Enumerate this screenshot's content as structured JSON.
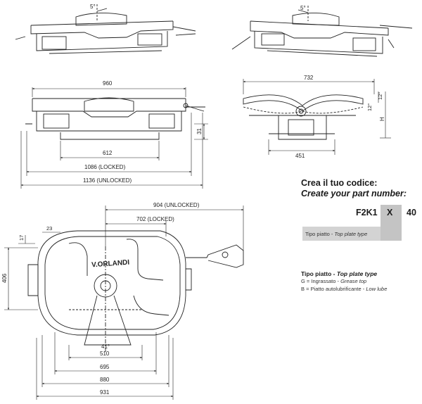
{
  "part_code": {
    "title_it": "Crea il tuo codice:",
    "title_en": "Create your part number:",
    "prefix": "F2K1",
    "variable": "X",
    "suffix": "40",
    "bar_label_it": "Tipo piatto - ",
    "bar_label_en": "Top plate type"
  },
  "legend": {
    "title_it": "Tipo piatto - ",
    "title_en": "Top plate type",
    "options": [
      {
        "code": "G = ",
        "it": "Ingrassato - ",
        "en": "Grease top"
      },
      {
        "code": "B = ",
        "it": "Piatto autolubrificante - ",
        "en": "Low lube"
      }
    ]
  },
  "dimensions": {
    "tilt_left": "5°",
    "tilt_right": "5°",
    "width_960": "960",
    "height_31": "31",
    "width_612": "612",
    "locked_1086": "1086 (LOCKED)",
    "unlocked_1136": "1136 (UNLOCKED)",
    "side_732": "732",
    "side_12_top": "12°",
    "side_12": "12°",
    "side_h": "H",
    "side_451": "451",
    "top_904": "904 (UNLOCKED)",
    "top_702": "702 (LOCKED)",
    "top_17": "17",
    "top_23": "23",
    "top_406": "406",
    "angle_41": "41°",
    "bottom_510": "510",
    "bottom_695": "695",
    "bottom_880": "880",
    "bottom_931": "931"
  },
  "brand_text": "V.ORLANDI"
}
